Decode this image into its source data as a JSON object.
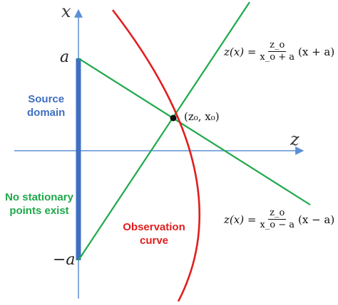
{
  "axes": {
    "x_label": "x",
    "z_label": "z",
    "tick_top": "a",
    "tick_bottom": "−a"
  },
  "labels": {
    "source_domain_line1": "Source",
    "source_domain_line2": "domain",
    "no_stationary_line1": "No stationary",
    "no_stationary_line2": "points exist",
    "observation_line1": "Observation",
    "observation_line2": "curve",
    "point_label": "(z₀, x₀)"
  },
  "equations": {
    "upper": {
      "lhs": "z(x) =",
      "num": "z_o",
      "den": "x_o + a",
      "rhs": "(x + a)"
    },
    "lower": {
      "lhs": "z(x) =",
      "num": "z_o",
      "den": "x_o − a",
      "rhs": "(x − a)"
    }
  },
  "colors": {
    "axis": "#5b8fd6",
    "source": "#3f6fc0",
    "green": "#1fa84a",
    "red": "#e11d1d",
    "dark": "#222222"
  }
}
